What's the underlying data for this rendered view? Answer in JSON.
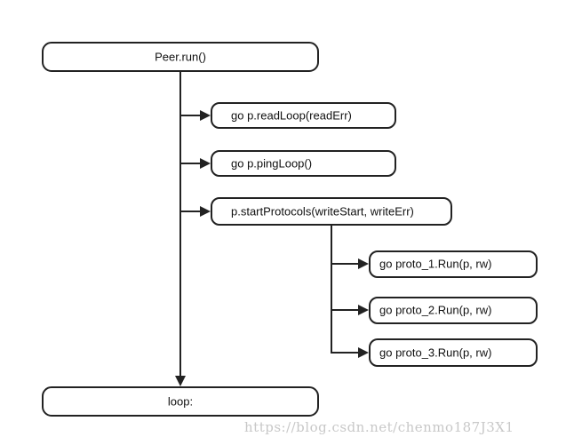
{
  "diagram": {
    "nodes": {
      "peer_run": "Peer.run()",
      "read_loop": "go  p.readLoop(readErr)",
      "ping_loop": "go  p.pingLoop()",
      "start_protocols": "p.startProtocols(writeStart, writeErr)",
      "proto_1": "go  proto_1.Run(p, rw)",
      "proto_2": "go  proto_2.Run(p, rw)",
      "proto_3": "go  proto_3.Run(p, rw)",
      "loop": "loop:"
    },
    "edges": [
      {
        "from": "peer_run",
        "to": "read_loop"
      },
      {
        "from": "peer_run",
        "to": "ping_loop"
      },
      {
        "from": "peer_run",
        "to": "start_protocols"
      },
      {
        "from": "peer_run",
        "to": "loop"
      },
      {
        "from": "start_protocols",
        "to": "proto_1"
      },
      {
        "from": "start_protocols",
        "to": "proto_2"
      },
      {
        "from": "start_protocols",
        "to": "proto_3"
      }
    ]
  },
  "watermark": "https://blog.csdn.net/chenmo187J3X1"
}
